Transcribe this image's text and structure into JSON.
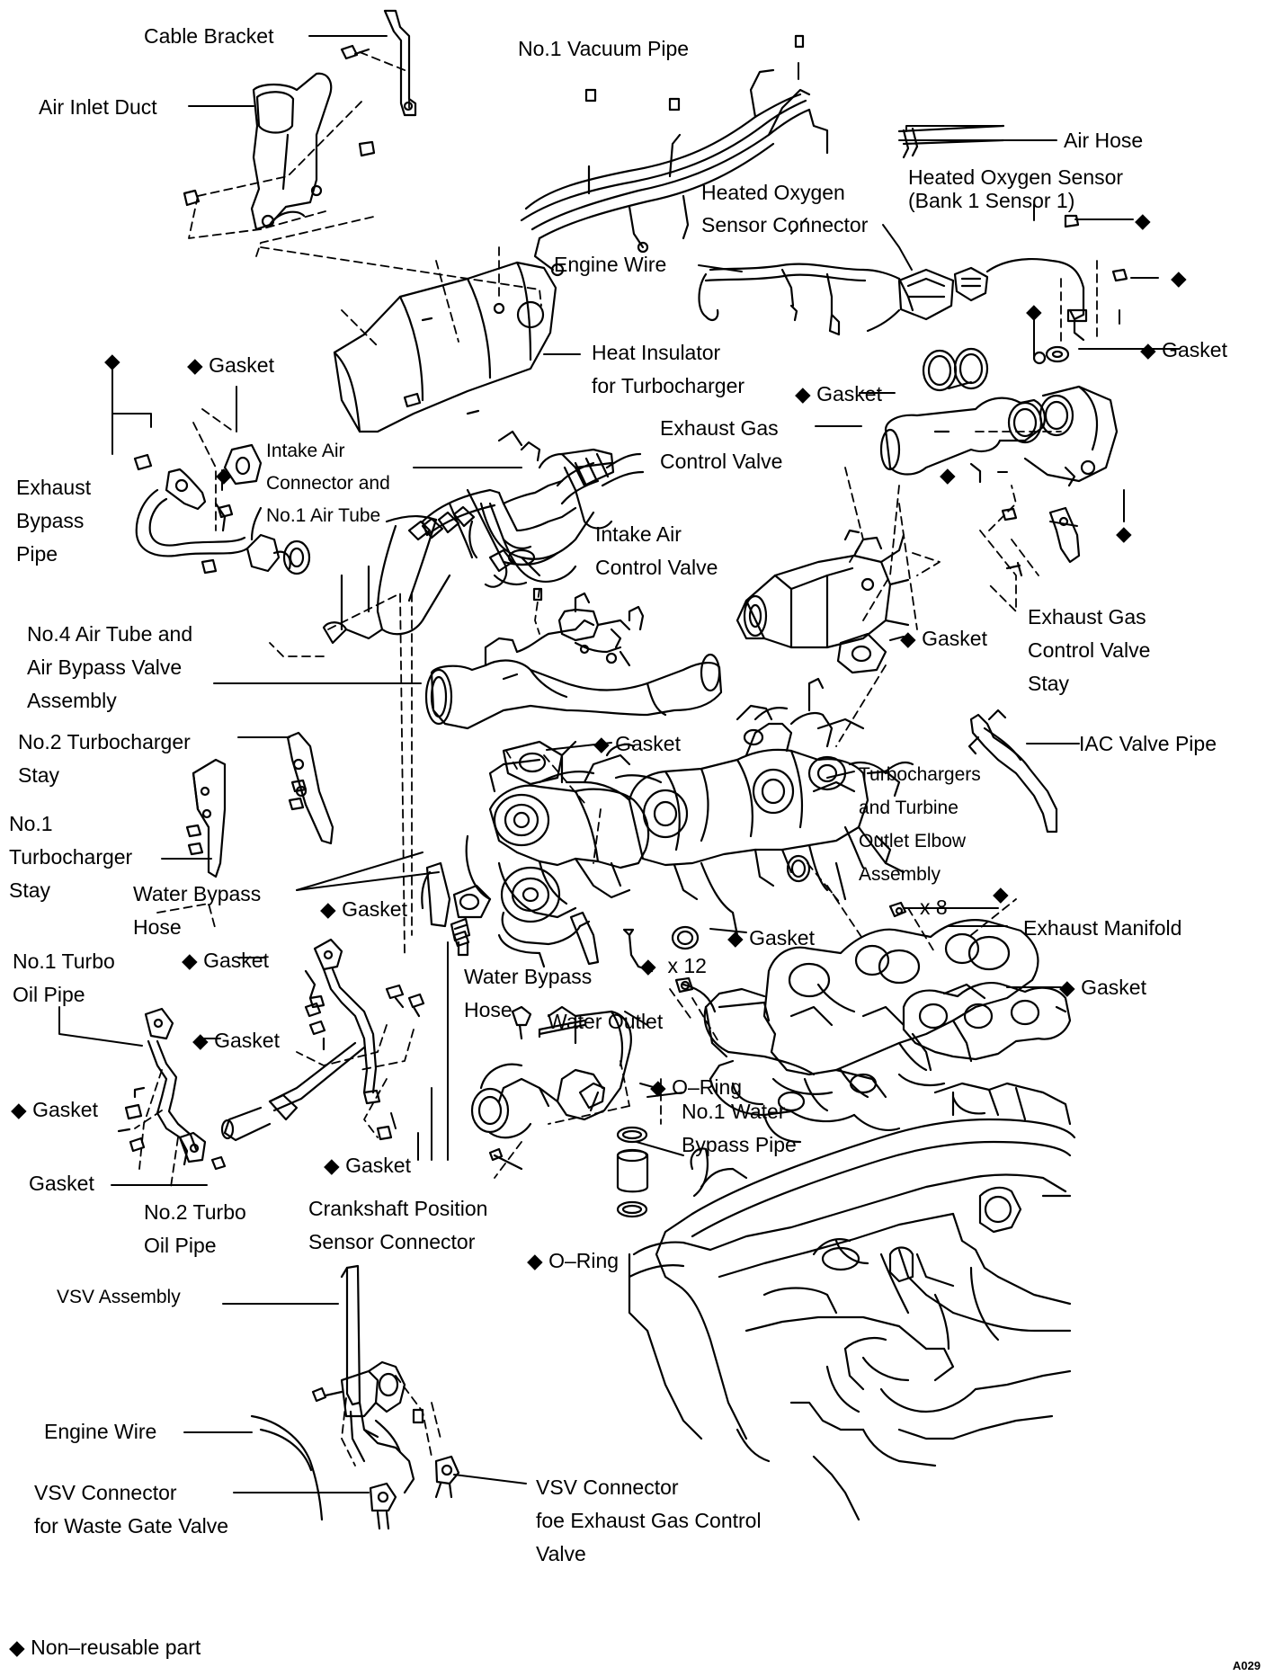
{
  "labels": {
    "cable_bracket": "Cable Bracket",
    "air_inlet_duct": "Air Inlet Duct",
    "no1_vacuum_pipe": "No.1 Vacuum Pipe",
    "air_hose": "Air Hose",
    "heated_oxygen_sensor": "Heated Oxygen Sensor\n(Bank 1 Sensor 1)",
    "heated_oxygen_sensor_connector": "Heated Oxygen\nSensor Connector",
    "engine_wire_top": "Engine Wire",
    "gasket_top_right": "Gasket",
    "heat_insulator": "Heat Insulator\nfor Turbocharger",
    "gasket_left_top": "Gasket",
    "gasket_center_top": "Gasket",
    "exhaust_gas_control_valve": "Exhaust Gas\nControl Valve",
    "exhaust_bypass_pipe": "Exhaust\nBypass\nPipe",
    "intake_air_connector": "Intake Air\nConnector and\nNo.1 Air Tube",
    "intake_air_control_valve": "Intake Air\nControl Valve",
    "exhaust_gas_control_valve_stay": "Exhaust Gas\nControl Valve\nStay",
    "no4_air_tube": "No.4 Air Tube and\nAir Bypass Valve\nAssembly",
    "gasket_right_mid": "Gasket",
    "no2_turbo_stay": "No.2 Turbocharger\nStay",
    "gasket_mid": "Gasket",
    "iac_valve_pipe": "IAC Valve Pipe",
    "no1_turbo_stay": "No.1\nTurbocharger\nStay",
    "turbochargers_elbow": "Turbochargers\nand Turbine\nOutlet Elbow\nAssembly",
    "water_bypass_hose_left": "Water Bypass\nHose",
    "gasket_water": "Gasket",
    "times_8": "x 8",
    "exhaust_manifold": "Exhaust Manifold",
    "no1_turbo_oil_pipe": "No.1 Turbo\nOil Pipe",
    "gasket_oil_top": "Gasket",
    "gasket_ring": "Gasket",
    "times_12": "x 12",
    "gasket_manifold": "Gasket",
    "water_bypass_hose_center": "Water Bypass\nHose",
    "water_outlet": "Water Outlet",
    "gasket_oil_mid": "Gasket",
    "o_ring_top": "O–Ring",
    "no1_water_bypass_pipe": "No.1 Water\nBypass Pipe",
    "gasket_oil_left": "Gasket",
    "gasket_oil_bottom": "Gasket",
    "gasket_oil2": "Gasket",
    "no2_turbo_oil_pipe": "No.2 Turbo\nOil Pipe",
    "crankshaft_connector": "Crankshaft Position\nSensor Connector",
    "o_ring_bottom": "O–Ring",
    "vsv_assembly": "VSV Assembly",
    "engine_wire_bottom": "Engine Wire",
    "vsv_connector_waste_gate": "VSV Connector\nfor Waste Gate Valve",
    "vsv_connector_exhaust": "VSV Connector\nfoe Exhaust Gas Control\nValve"
  },
  "legend": {
    "symbol": "◆",
    "text": "Non–reusable part"
  },
  "figure_code": "A029",
  "diamond": "◆"
}
